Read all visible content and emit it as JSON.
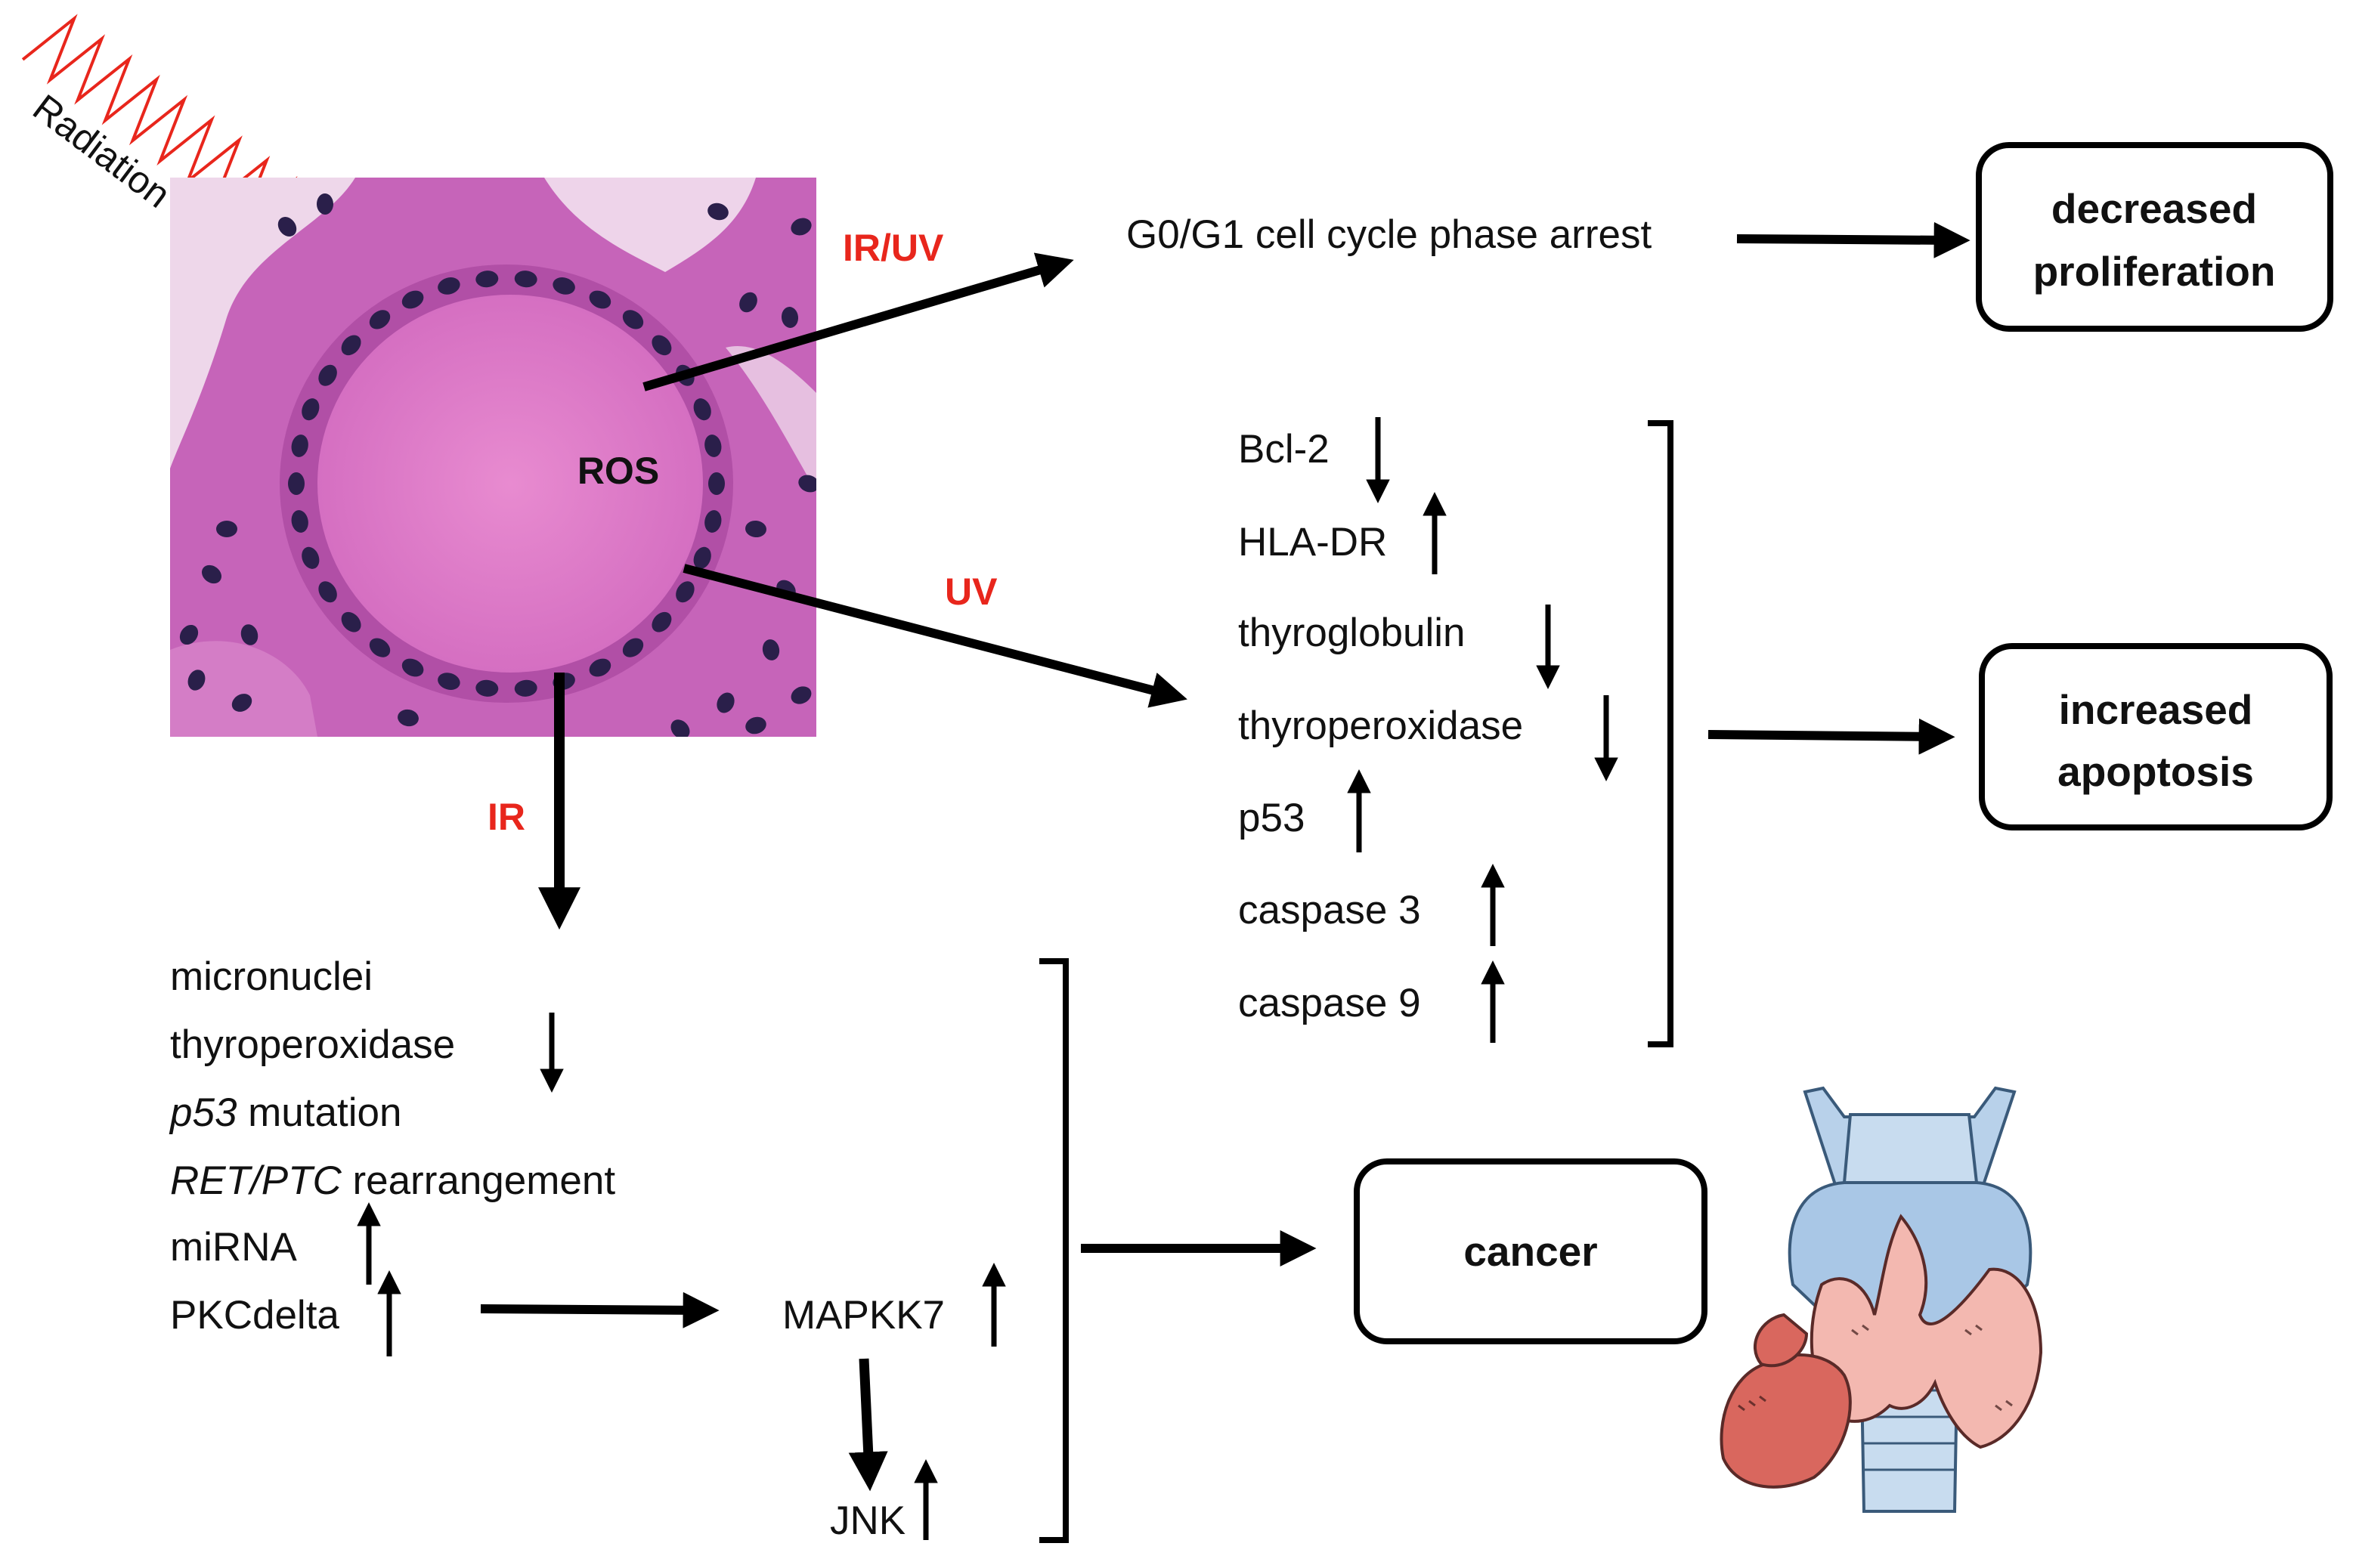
{
  "radiation": {
    "label": "Radiation"
  },
  "histology": {
    "ros_label": "ROS"
  },
  "paths": {
    "ir_uv": "IR/UV",
    "uv": "UV",
    "ir": "IR"
  },
  "arrest": {
    "label": "G0/G1 cell cycle phase arrest"
  },
  "outcomes": {
    "proliferation_line1": "decreased",
    "proliferation_line2": "proliferation",
    "apoptosis_line1": "increased",
    "apoptosis_line2": "apoptosis",
    "cancer": "cancer"
  },
  "uv_markers": [
    {
      "name": "Bcl-2",
      "direction": "down"
    },
    {
      "name": "HLA-DR",
      "direction": "up"
    },
    {
      "name": "thyroglobulin",
      "direction": "down"
    },
    {
      "name": "thyroperoxidase",
      "direction": "down"
    },
    {
      "name": "p53",
      "direction": "up"
    },
    {
      "name": "caspase 3",
      "direction": "up"
    },
    {
      "name": "caspase 9",
      "direction": "up"
    }
  ],
  "ir_markers": {
    "micronuclei": "micronuclei",
    "thyroperoxidase": "thyroperoxidase",
    "p53_italic": "p53",
    "p53_rest": " mutation",
    "ret_italic": "RET/PTC",
    "ret_rest": " rearrangement",
    "mirna": "miRNA",
    "pkcdelta": "PKCdelta",
    "mapkk7": "MAPKK7",
    "jnk": "JNK"
  },
  "colors": {
    "radiation": "#e8261c",
    "tissue_base": "#c65fb8",
    "colloid": "#e27fcb",
    "nucleus": "#2a1f4a",
    "arrow": "#000000",
    "thyroid_lobe": "#f3b8b0",
    "thyroid_nodule": "#d9675e",
    "cartilage": "#b8d1ea"
  },
  "icons": [
    "radiation-wave-icon",
    "histology-image",
    "thyroid-gland-icon"
  ]
}
